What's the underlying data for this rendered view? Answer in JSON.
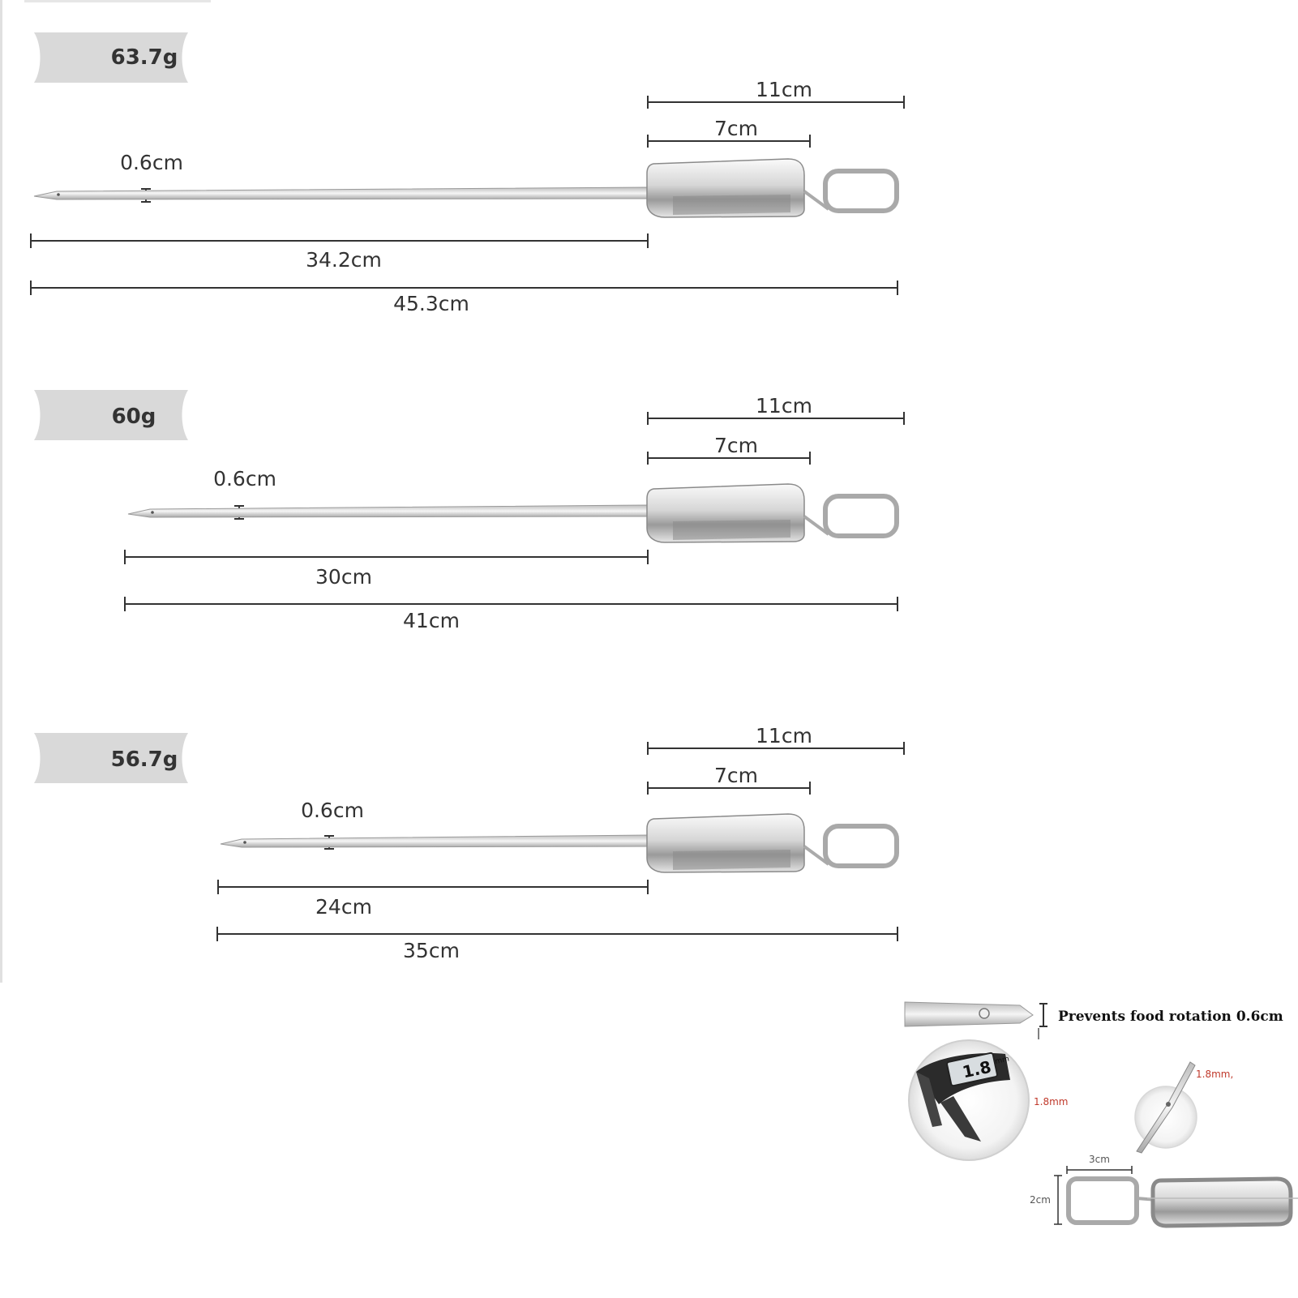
{
  "colors": {
    "line": "#333333",
    "badge": "#d9d9d9",
    "metal_light": "#f2f2f2",
    "metal_mid": "#c9c9c9",
    "metal_dark": "#7a7a7a",
    "red_text": "#c0392b"
  },
  "skewers": [
    {
      "weight": "63.7g",
      "hole_label": "0.6cm",
      "handle_total_label": "11cm",
      "handle_body_label": "7cm",
      "blade_label": "34.2cm",
      "total_label": "45.3cm"
    },
    {
      "weight": "60g",
      "hole_label": "0.6cm",
      "handle_total_label": "11cm",
      "handle_body_label": "7cm",
      "blade_label": "30cm",
      "total_label": "41cm"
    },
    {
      "weight": "56.7g",
      "hole_label": "0.6cm",
      "handle_total_label": "11cm",
      "handle_body_label": "7cm",
      "blade_label": "24cm",
      "total_label": "35cm"
    }
  ],
  "detail": {
    "caption": "Prevents food rotation  0.6cm",
    "caliper_display": "1.8",
    "caliper_unit": "mm",
    "thickness_label_1": "1.8mm",
    "thickness_label_2": "1.8mm,",
    "ring_width_label": "3cm",
    "ring_height_label": "2cm"
  }
}
